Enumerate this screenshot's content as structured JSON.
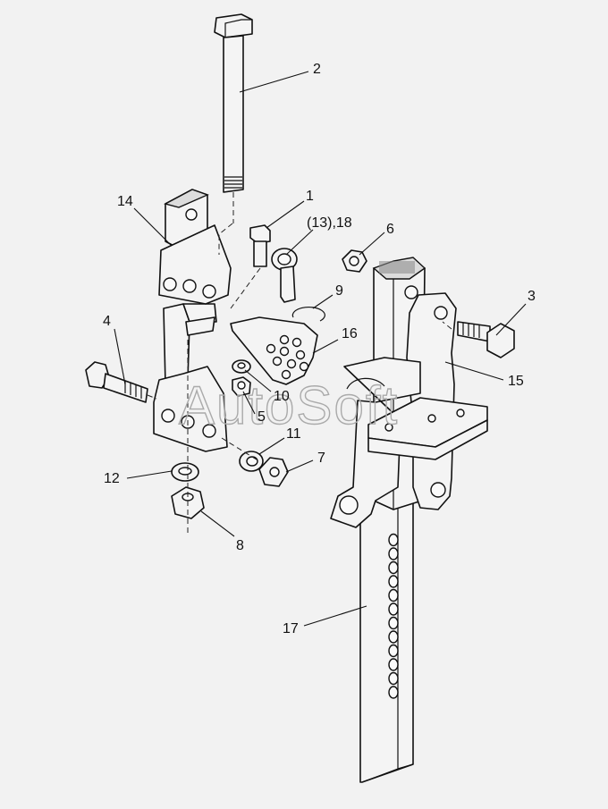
{
  "watermark": "AutoSoft",
  "callouts": [
    {
      "id": "c1",
      "text": "1"
    },
    {
      "id": "c2",
      "text": "2"
    },
    {
      "id": "c3",
      "text": "3"
    },
    {
      "id": "c4",
      "text": "4"
    },
    {
      "id": "c5",
      "text": "5"
    },
    {
      "id": "c6",
      "text": "6"
    },
    {
      "id": "c7",
      "text": "7"
    },
    {
      "id": "c8",
      "text": "8"
    },
    {
      "id": "c9",
      "text": "9"
    },
    {
      "id": "c10",
      "text": "10"
    },
    {
      "id": "c11",
      "text": "11"
    },
    {
      "id": "c12",
      "text": "12"
    },
    {
      "id": "c13",
      "text": "(13),18"
    },
    {
      "id": "c14",
      "text": "14"
    },
    {
      "id": "c15",
      "text": "15"
    },
    {
      "id": "c16",
      "text": "16"
    },
    {
      "id": "c17",
      "text": "17"
    }
  ]
}
